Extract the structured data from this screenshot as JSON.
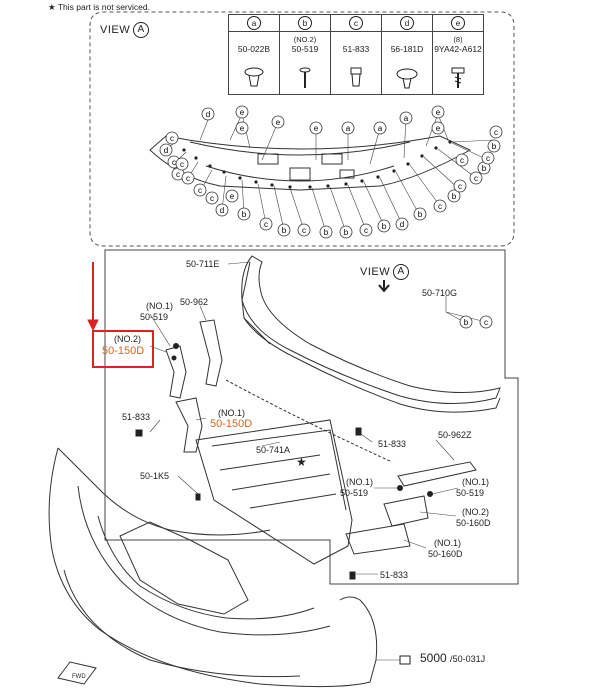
{
  "note": {
    "star": "★",
    "text": "This part is not serviced."
  },
  "view_a_top": {
    "label": "VIEW",
    "letter": "A"
  },
  "view_a_main": {
    "label": "VIEW",
    "letter": "A"
  },
  "legend": [
    {
      "key": "a",
      "qty": "",
      "part": "50-022B"
    },
    {
      "key": "b",
      "qty": "(NO.2)",
      "part": "50-519"
    },
    {
      "key": "c",
      "qty": "",
      "part": "51-833"
    },
    {
      "key": "d",
      "qty": "",
      "part": "56-181D"
    },
    {
      "key": "e",
      "qty": "(8)",
      "part": "9YA42-A612"
    }
  ],
  "clip_letters": [
    "a",
    "b",
    "c",
    "d",
    "e"
  ],
  "labels": {
    "p711e": "50-711E",
    "p710g": "50-710G",
    "p962": "50-962",
    "no1_519_left": "(NO.1)",
    "p519_left": "50-519",
    "no2_left": "(NO.2)",
    "p150d_left": "50-150D",
    "p833_left": "51-833",
    "no1_mid": "(NO.1)",
    "p150d_mid": "50-150D",
    "p741a": "50-741A",
    "star": "★",
    "p833_mid": "51-833",
    "p962z": "50-962Z",
    "p1k5": "50-1K5",
    "no1_519_c": "(NO.1)",
    "p519_c": "50-519",
    "no1_519_r": "(NO.1)",
    "p519_r": "50-519",
    "no2_160": "(NO.2)",
    "p160d_a": "50-160D",
    "no1_160": "(NO.1)",
    "p160d_b": "50-160D",
    "p833_bottom": "51-833",
    "total_main": "5000",
    "total_sep": "/",
    "total_sub": "50-031J",
    "fwd": "FWD"
  },
  "colors": {
    "line": "#333333",
    "orange_label": "#d2691e",
    "callout": "#dd2222"
  }
}
